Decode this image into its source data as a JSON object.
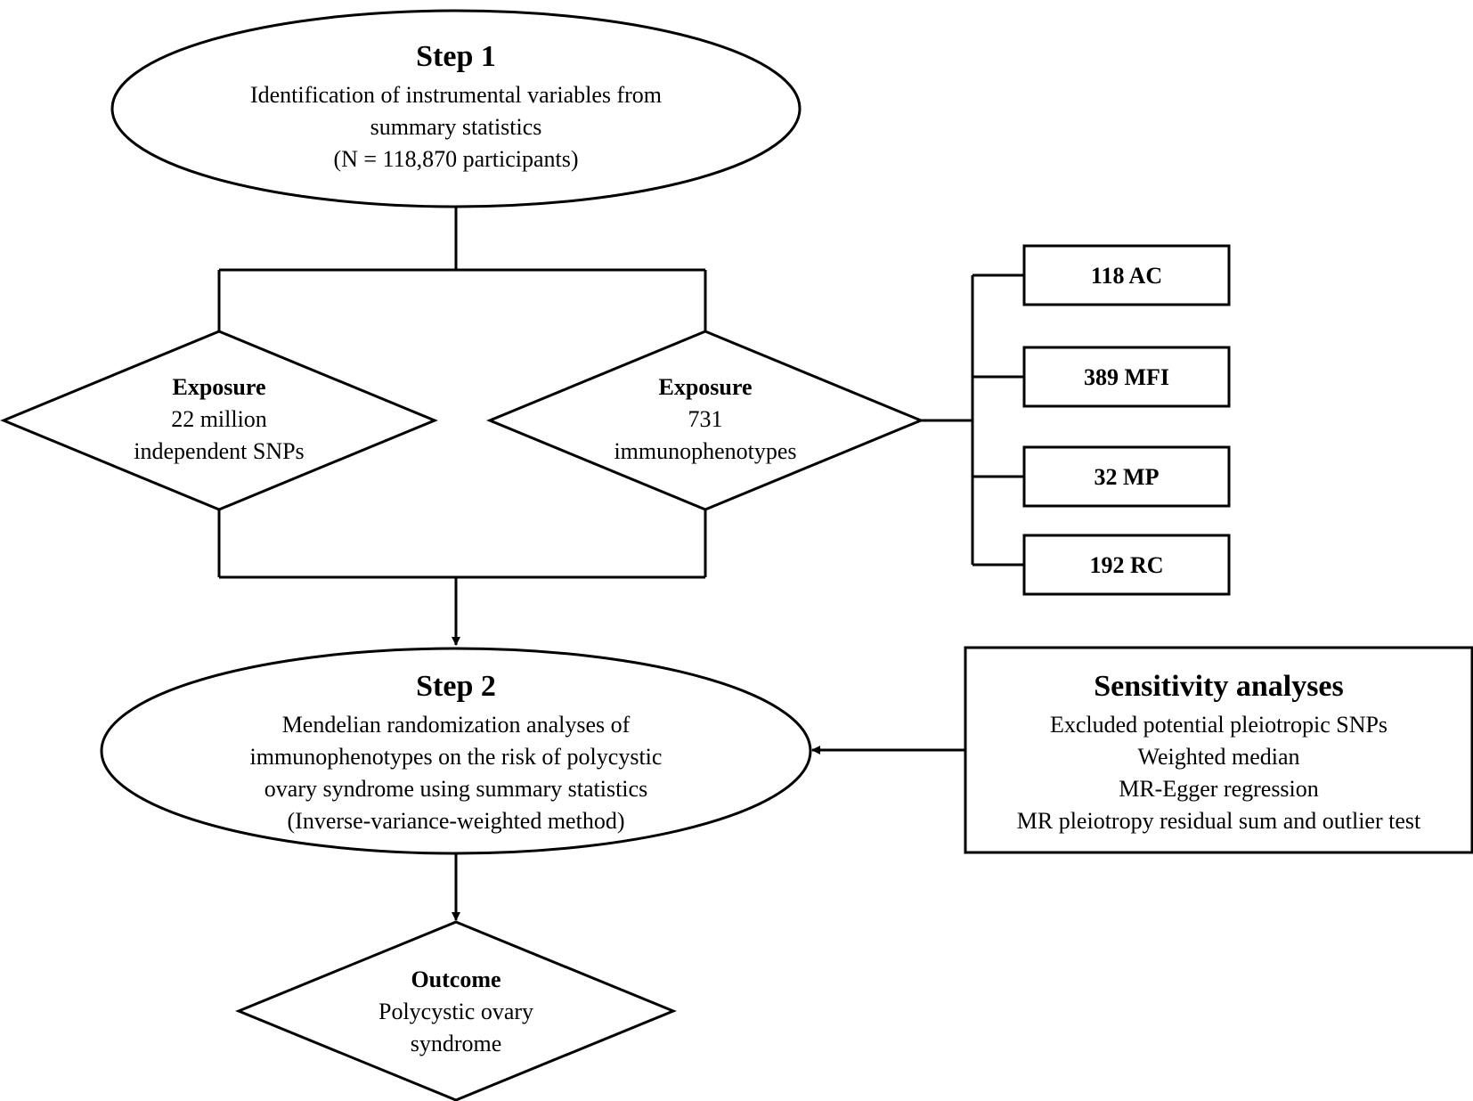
{
  "step1": {
    "title": "Step 1",
    "line1": "Identification of instrumental variables from",
    "line2": "summary statistics",
    "line3": "(N = 118,870 participants)"
  },
  "exposure_snps": {
    "title": "Exposure",
    "line1": "22 million",
    "line2": "independent SNPs"
  },
  "exposure_immuno": {
    "title": "Exposure",
    "line1": "731",
    "line2": "immunophenotypes"
  },
  "trait_boxes": [
    "118 AC",
    "389 MFI",
    "32 MP",
    "192 RC"
  ],
  "step2": {
    "title": "Step 2",
    "line1": "Mendelian randomization analyses of",
    "line2": "immunophenotypes on the risk of polycystic",
    "line3": "ovary syndrome using summary statistics",
    "line4": "(Inverse-variance-weighted method)"
  },
  "sensitivity": {
    "title": "Sensitivity analyses",
    "items": [
      "Excluded potential pleiotropic SNPs",
      "Weighted median",
      "MR-Egger regression",
      "MR pleiotropy residual sum and outlier test"
    ]
  },
  "outcome": {
    "title": "Outcome",
    "line1": "Polycystic ovary",
    "line2": "syndrome"
  }
}
